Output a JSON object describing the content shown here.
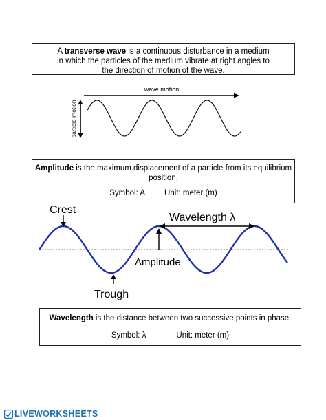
{
  "box1": {
    "line1_prefix": "A ",
    "line1_bold": "transverse wave",
    "line1_suffix": " is a continuous disturbance in a medium",
    "line2": "in which the particles of the medium vibrate at right angles to",
    "line3": "the direction of motion of the wave."
  },
  "diagram1": {
    "top_label": "wave motion",
    "side_label": "particle motion"
  },
  "box2": {
    "bold": "Amplitude",
    "text": " is the maximum displacement of a particle from its equilibrium",
    "line2": "position.",
    "symbol": "Symbol:  A",
    "unit": "Unit: meter (m)"
  },
  "diagram2": {
    "crest": "Crest",
    "trough": "Trough",
    "amplitude": "Amplitude",
    "wavelength": "Wavelength λ",
    "wave_color": "#1f2fa8"
  },
  "box3": {
    "bold": "Wavelength",
    "text": " is the distance between two successive points in phase.",
    "symbol": "Symbol:  λ",
    "unit": "Unit: meter (m)"
  },
  "footer": {
    "brand": "LIVEWORKSHEETS",
    "brand_color": "#1a73b8"
  }
}
